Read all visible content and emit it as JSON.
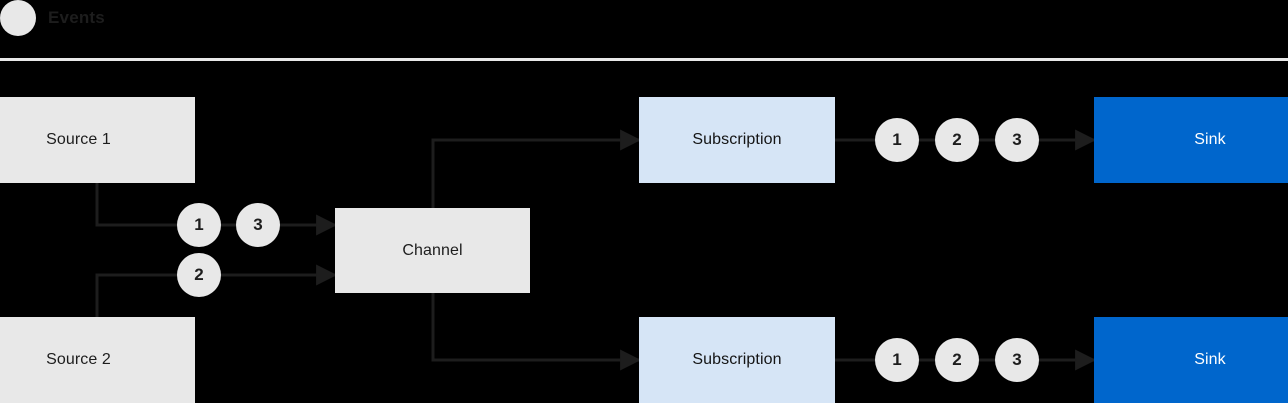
{
  "legend": {
    "dot_icon": "events-dot-icon",
    "label": "Events",
    "dot_color": "#e8e8e8"
  },
  "divider_color": "#e8e8e8",
  "palette": {
    "background": "#000000",
    "source_fill": "#e8e8e8",
    "channel_fill": "#e8e8e8",
    "subscription_fill": "#d6e5f6",
    "sink_fill": "#0066cc",
    "sink_text": "#ffffff",
    "connector": "#1d1d1d",
    "token_fill": "#e8e8e8",
    "token_text": "#1d1d1d"
  },
  "diagram": {
    "nodes": {
      "source_1": {
        "label": "Source 1",
        "type": "source"
      },
      "source_2": {
        "label": "Source 2",
        "type": "source"
      },
      "channel": {
        "label": "Channel",
        "type": "channel"
      },
      "subscription_top": {
        "label": "Subscription",
        "type": "subscription"
      },
      "subscription_bottom": {
        "label": "Subscription",
        "type": "subscription"
      },
      "sink_top": {
        "label": "Sink",
        "type": "sink"
      },
      "sink_bottom": {
        "label": "Sink",
        "type": "sink"
      }
    },
    "tokens": {
      "source_to_channel_upper": [
        "1",
        "3"
      ],
      "source_to_channel_lower": [
        "2"
      ],
      "subscription_top_to_sink": [
        "1",
        "2",
        "3"
      ],
      "subscription_bottom_to_sink": [
        "1",
        "2",
        "3"
      ]
    }
  }
}
